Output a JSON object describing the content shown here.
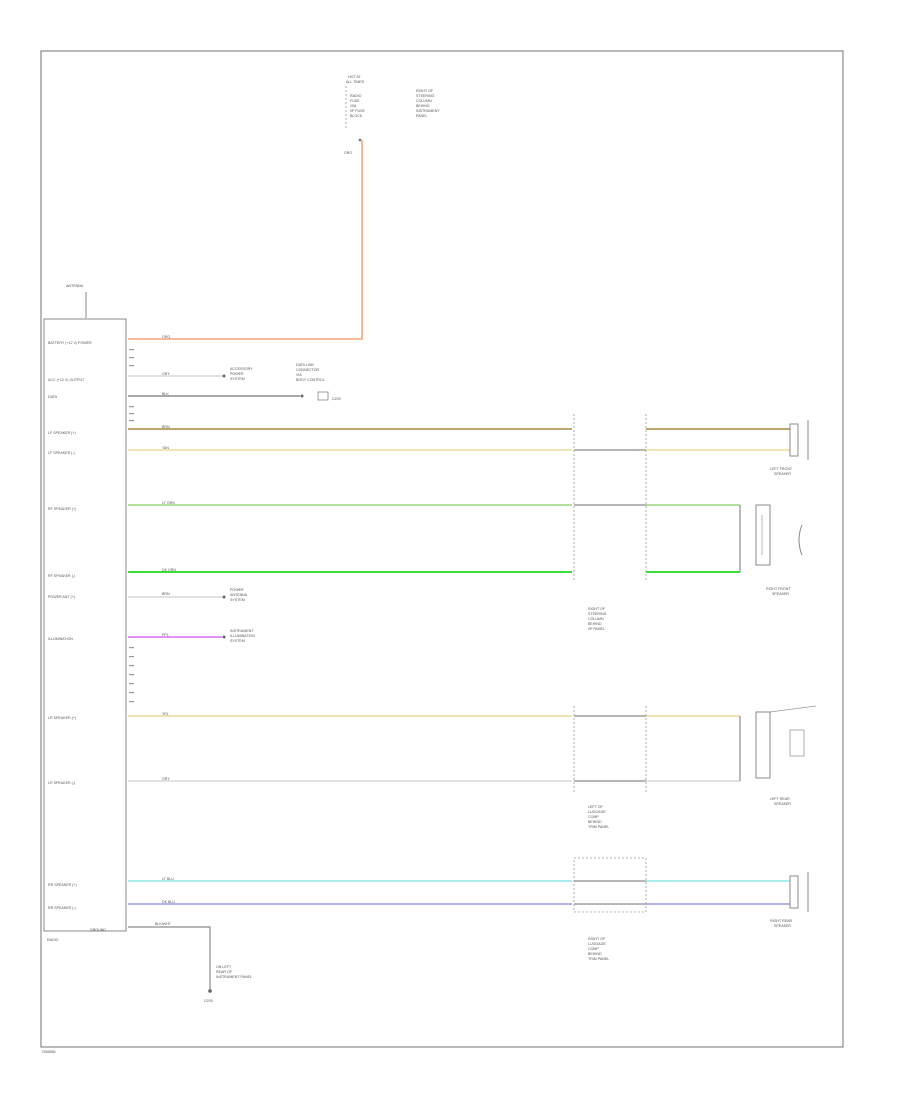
{
  "colors": {
    "orange": "#f2b48a",
    "brown": "#b69a5c",
    "tan": "#ead39a",
    "light_green": "#a8dc8f",
    "green": "#3ddc3d",
    "violet": "#d76ef0",
    "yellow": "#ebd89a",
    "white_gray": "#cfcfcf",
    "cyan": "#8fe6e6",
    "blue": "#9a9ae6",
    "frame": "#8a8a8a"
  },
  "radio": {
    "antenna": "ANTENNA",
    "name": "RADIO",
    "ground_tag": "GROUND",
    "pins": [
      "BATTERY (+12 V) POWER",
      "ACC (+12 V) OUTPUT",
      "DATA",
      "LF SPEAKER (+)",
      "LF SPEAKER (-)",
      "RF SPEAKER (+)",
      "RF SPEAKER (-)",
      "POWER ANT (+)",
      "ILLUMINATION",
      "LR SPEAKER (+)",
      "LR SPEAKER (-)",
      "RR SPEAKER (+)",
      "RR SPEAKER (-)"
    ]
  },
  "fuse": {
    "lines": [
      "HOT AT",
      "ALL TIMES"
    ],
    "notes": [
      "RADIO",
      "FUSE",
      "15A",
      "I/P FUSE",
      "BLOCK"
    ],
    "side": [
      "RIGHT OF",
      "STEERING",
      "COLUMN",
      "BEHIND",
      "INSTRUMENT",
      "PANEL"
    ],
    "wire": "ORG"
  },
  "references": {
    "acc_system": [
      "ACCESSORY",
      "POWER",
      "SYSTEM"
    ],
    "data_bus": [
      "DATA LINK",
      "CONNECTOR",
      "VIA",
      "BODY CONTROL"
    ],
    "power_ant": [
      "POWER",
      "ANTENNA",
      "SYSTEM"
    ],
    "illumination": [
      "INSTRUMENT",
      "ILLUMINATION",
      "SYSTEM"
    ],
    "ground_notes": [
      "ON LEFT",
      "REAR OF",
      "INSTRUMENT PANEL"
    ],
    "ground_id": "G200"
  },
  "speakers": {
    "left_front": [
      "LEFT FRONT",
      "SPEAKER"
    ],
    "right_front": [
      "RIGHT FRONT",
      "SPEAKER"
    ],
    "left_rear": [
      "LEFT REAR",
      "SPEAKER"
    ],
    "right_rear": [
      "RIGHT REAR",
      "SPEAKER"
    ]
  },
  "connectors": {
    "front": [
      "RIGHT OF",
      "STEERING",
      "COLUMN",
      "BEHIND",
      "I/P PANEL"
    ],
    "left_rear": [
      "LEFT OF",
      "LUGGAGE",
      "COMP",
      "BEHIND",
      "TRIM PANEL"
    ],
    "right_rear": [
      "RIGHT OF",
      "LUGGAGE",
      "COMP",
      "BEHIND",
      "TRIM PANEL"
    ]
  },
  "wire_codes": {
    "battery": "ORG",
    "acc": "GRY",
    "data": "BLK",
    "lf_pos": "BRN",
    "lf_neg": "TAN",
    "rf_pos": "LT GRN",
    "rf_neg": "DK GRN",
    "power_ant": "BRN",
    "illum": "PPL",
    "lr_pos": "YEL",
    "lr_neg": "GRY",
    "rr_pos": "LT BLU",
    "rr_neg": "DK BLU",
    "ground": "BLK/WHT"
  },
  "footer": "G00056"
}
